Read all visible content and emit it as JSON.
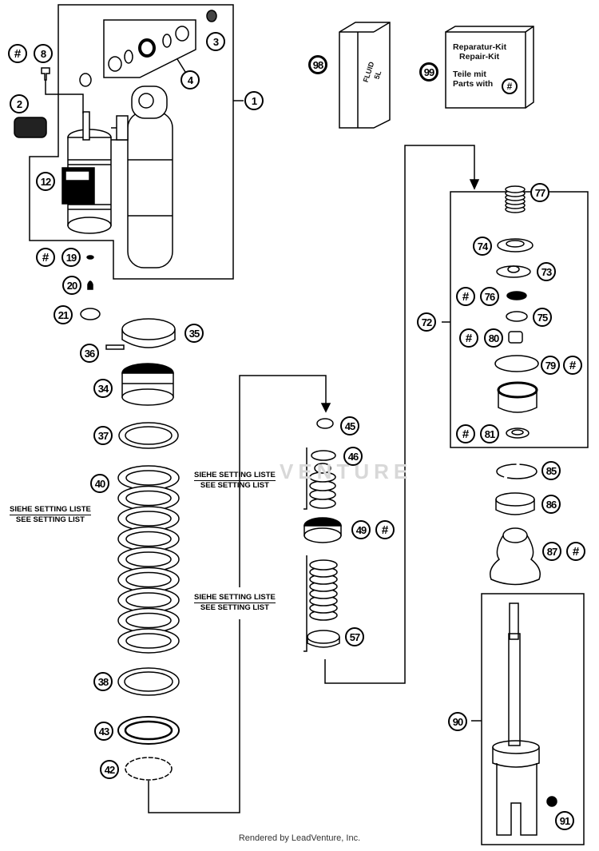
{
  "diagram": {
    "title": "Shock absorber exploded parts diagram",
    "footer": "Rendered by LeadVenture, Inc.",
    "watermark": "VENTURE",
    "fluid_can": {
      "text_line1": "FLUID",
      "text_line2": "5L"
    },
    "repair_kit": {
      "line1": "Reparatur-Kit",
      "line2": "Repair-Kit",
      "line3": "Teile mit",
      "line4": "Parts with",
      "symbol": "#"
    },
    "setting_notes": [
      {
        "line1": "SIEHE SETTING LISTE",
        "line2": "SEE SETTING LIST"
      },
      {
        "line1": "SIEHE SETTING LISTE",
        "line2": "SEE SETTING LIST"
      },
      {
        "line1": "SIEHE SETTING LISTE",
        "line2": "SEE SETTING LIST"
      }
    ],
    "star_symbol": "#",
    "callouts": {
      "p1": "1",
      "p2": "2",
      "p3": "3",
      "p4": "4",
      "p8": "8",
      "p12": "12",
      "p19": "19",
      "p20": "20",
      "p21": "21",
      "p34": "34",
      "p35": "35",
      "p36": "36",
      "p37": "37",
      "p38": "38",
      "p40": "40",
      "p42": "42",
      "p43": "43",
      "p45": "45",
      "p46": "46",
      "p49": "49",
      "p57": "57",
      "p72": "72",
      "p73": "73",
      "p74": "74",
      "p75": "75",
      "p76": "76",
      "p77": "77",
      "p79": "79",
      "p80": "80",
      "p81": "81",
      "p85": "85",
      "p86": "86",
      "p87": "87",
      "p90": "90",
      "p91": "91",
      "p98": "98",
      "p99": "99"
    }
  }
}
